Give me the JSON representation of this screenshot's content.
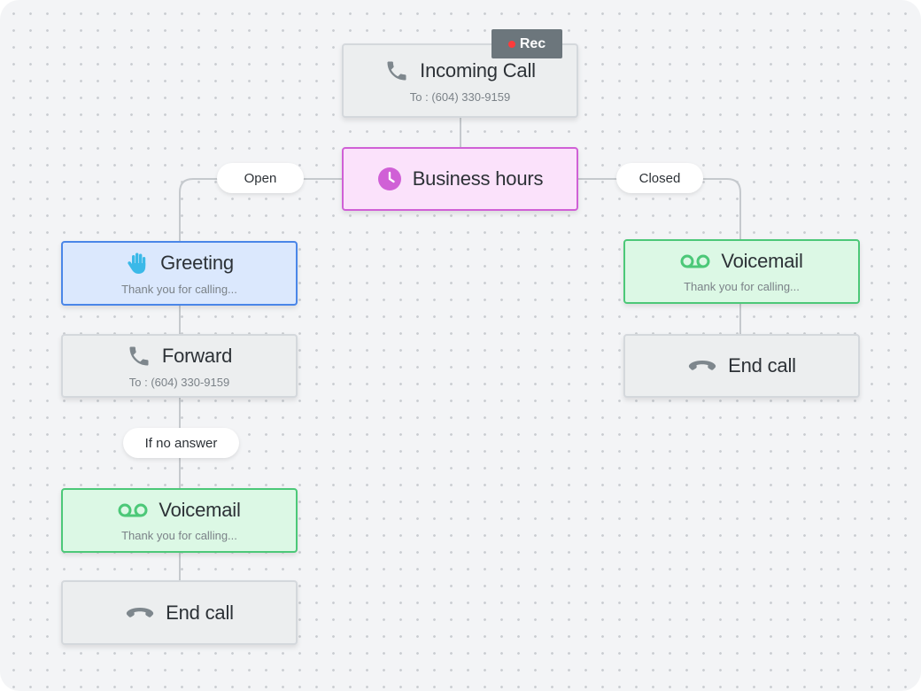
{
  "incoming": {
    "title": "Incoming Call",
    "sub": "To : (604) 330-9159",
    "rec_label": "Rec"
  },
  "hours": {
    "title": "Business hours"
  },
  "branches": {
    "open": "Open",
    "closed": "Closed",
    "no_answer": "If no answer"
  },
  "greeting": {
    "title": "Greeting",
    "sub": "Thank you for calling..."
  },
  "forward": {
    "title": "Forward",
    "sub": "To : (604) 330-9159"
  },
  "vm_left": {
    "title": "Voicemail",
    "sub": "Thank you for calling..."
  },
  "end_left": {
    "title": "End call"
  },
  "vm_right": {
    "title": "Voicemail",
    "sub": "Thank you for calling..."
  },
  "end_right": {
    "title": "End call"
  },
  "colors": {
    "hours_accent": "#d060d6",
    "greeting_accent": "#4a86e8",
    "voicemail_accent": "#4cc878",
    "rec_dot": "#ff3b3b"
  },
  "icons": {
    "incoming": "phone-icon",
    "hours": "clock-icon",
    "greeting": "hand-icon",
    "forward": "phone-icon",
    "voicemail": "voicemail-icon",
    "end": "hang-up-icon"
  }
}
